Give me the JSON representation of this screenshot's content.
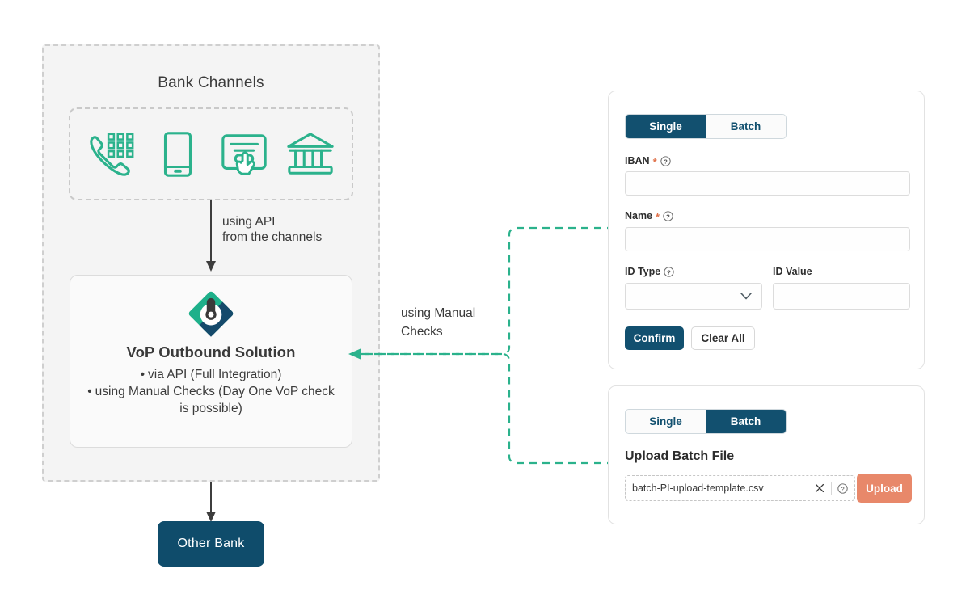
{
  "diagram": {
    "bank_channels_title": "Bank Channels",
    "channel_icons": [
      {
        "name": "telephone-keypad-icon",
        "label": "Phone banking"
      },
      {
        "name": "mobile-phone-icon",
        "label": "Mobile banking"
      },
      {
        "name": "online-form-click-icon",
        "label": "Online banking"
      },
      {
        "name": "bank-building-icon",
        "label": "Branch banking"
      }
    ],
    "api_arrow_label": "using API\nfrom the channels",
    "manual_arrow_label": "using Manual\nChecks",
    "vop_card": {
      "logo_name": "vop-diamond-logo",
      "title": "VoP Outbound Solution",
      "bullets": [
        "via API (Full Integration)",
        "using Manual Checks (Day One VoP check is possible)"
      ]
    },
    "other_bank_label": "Other Bank"
  },
  "single_panel": {
    "tabs": [
      {
        "label": "Single",
        "active": true
      },
      {
        "label": "Batch",
        "active": false
      }
    ],
    "fields": {
      "iban": {
        "label": "IBAN",
        "required_mark": "*",
        "value": "",
        "placeholder": ""
      },
      "name": {
        "label": "Name",
        "required_mark": "*",
        "value": "",
        "placeholder": ""
      },
      "id_type": {
        "label": "ID Type",
        "value": "",
        "options": []
      },
      "id_value": {
        "label": "ID Value",
        "value": "",
        "placeholder": ""
      }
    },
    "buttons": {
      "confirm": "Confirm",
      "clear_all": "Clear All"
    }
  },
  "batch_panel": {
    "tabs": [
      {
        "label": "Single",
        "active": false
      },
      {
        "label": "Batch",
        "active": true
      }
    ],
    "upload_title": "Upload Batch File",
    "file_name": "batch-PI-upload-template.csv",
    "upload_button": "Upload"
  },
  "colors": {
    "navy": "#12506f",
    "teal": "#2bb28c",
    "salmon": "#e8886a",
    "required_red": "#e0714a",
    "panel_bg": "#f4f4f4"
  }
}
